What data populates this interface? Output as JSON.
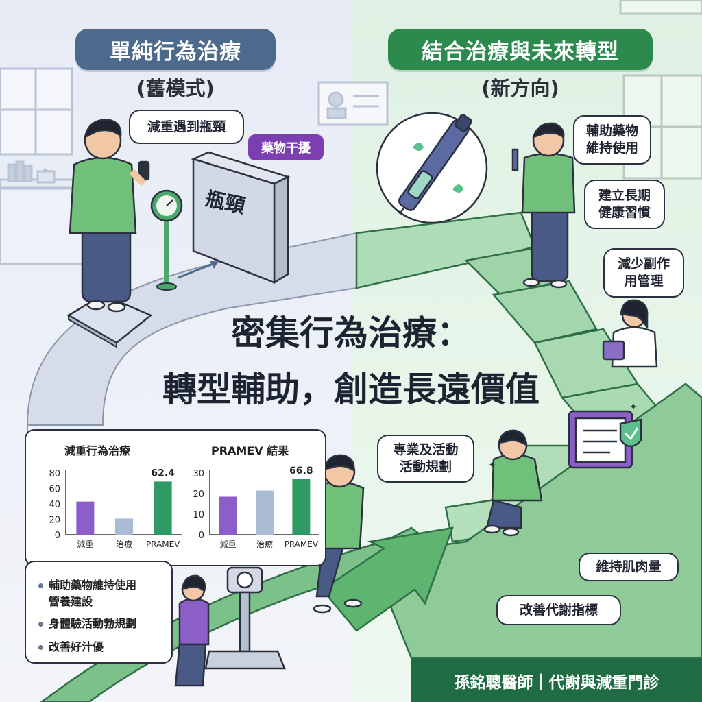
{
  "left_header": {
    "title": "單純行為治療",
    "subtitle": "(舊模式)",
    "color": "#4d6a8c"
  },
  "right_header": {
    "title": "結合治療與未來轉型",
    "subtitle": "(新方向)",
    "color": "#2d8a4f"
  },
  "bubbles": {
    "plateau": "減重遇到瓶頸",
    "drug_interference": "藥物干擾",
    "assist_drug": "輔助藥物\n維持使用",
    "long_term_habits": "建立長期\n健康習慣",
    "reduce_side_effects": "減少副作\n用管理",
    "professional_activity": "專業及活動\n活動規劃",
    "maintain_muscle": "維持肌肉量",
    "improve_metabolic": "改善代謝指標"
  },
  "bottleneck_label": "瓶頸",
  "headline": {
    "line1": "密集行為治療：",
    "line2": "轉型輔助，創造長遠價值"
  },
  "chart_data": [
    {
      "type": "bar",
      "title": "減重行為治療",
      "categories": [
        "減重",
        "治療",
        "PRAMEV"
      ],
      "values": [
        43,
        21,
        69
      ],
      "ylim": [
        0,
        80
      ],
      "yticks": [
        0,
        20,
        40,
        60,
        80
      ],
      "data_labels": [
        "",
        "",
        "62.4"
      ],
      "colors": [
        "#8b5fc7",
        "#a9bcd4",
        "#2f9a63"
      ]
    },
    {
      "type": "bar",
      "title": "PRAMEV 結果",
      "categories": [
        "減重",
        "治療",
        "PRAMEV"
      ],
      "values": [
        18.5,
        21.5,
        27
      ],
      "ylim": [
        0,
        30
      ],
      "yticks": [
        0,
        10,
        20,
        30
      ],
      "data_labels": [
        "",
        "",
        "66.8"
      ],
      "colors": [
        "#8b5fc7",
        "#a9bcd4",
        "#2f9a63"
      ]
    }
  ],
  "list": [
    "輔助藥物維持使用",
    "營養建設",
    "身體驗活動勃規劃",
    "改善好汁優"
  ],
  "footer": "孫銘聰醫師｜代謝與減重門診"
}
